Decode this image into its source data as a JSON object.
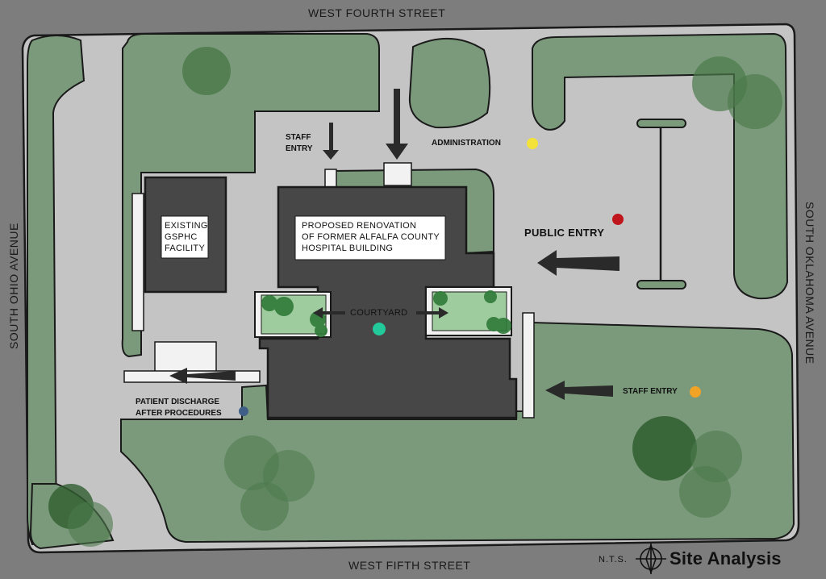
{
  "streets": {
    "north": "WEST FOURTH STREET",
    "south": "WEST FIFTH STREET",
    "west": "SOUTH OHIO AVENUE",
    "east": "SOUTH OKLAHOMA AVENUE"
  },
  "buildings": {
    "existing": [
      "EXISTING",
      "GSPHC",
      "FACILITY"
    ],
    "proposed": [
      "PROPOSED RENOVATION",
      "OF FORMER ALFALFA COUNTY",
      "HOSPITAL BUILDING"
    ]
  },
  "labels": {
    "staff_entry_north": [
      "STAFF",
      "ENTRY"
    ],
    "administration": "ADMINISTRATION",
    "public_entry": "PUBLIC ENTRY",
    "courtyard": "COURTYARD",
    "staff_entry_east": "STAFF ENTRY",
    "patient_discharge": [
      "PATIENT DISCHARGE",
      "AFTER PROCEDURES"
    ]
  },
  "legend": {
    "scale": "N.T.S.",
    "title": "Site Analysis"
  },
  "colors": {
    "administration": "#f2e23a",
    "public_entry": "#c0151a",
    "courtyard": "#22c99a",
    "staff_entry": "#f0a325",
    "patient_discharge": "#3f5f86",
    "lawn": "#7b9a7b",
    "paving": "#c4c4c4",
    "building": "#474747",
    "surround": "#7d7d7d"
  }
}
